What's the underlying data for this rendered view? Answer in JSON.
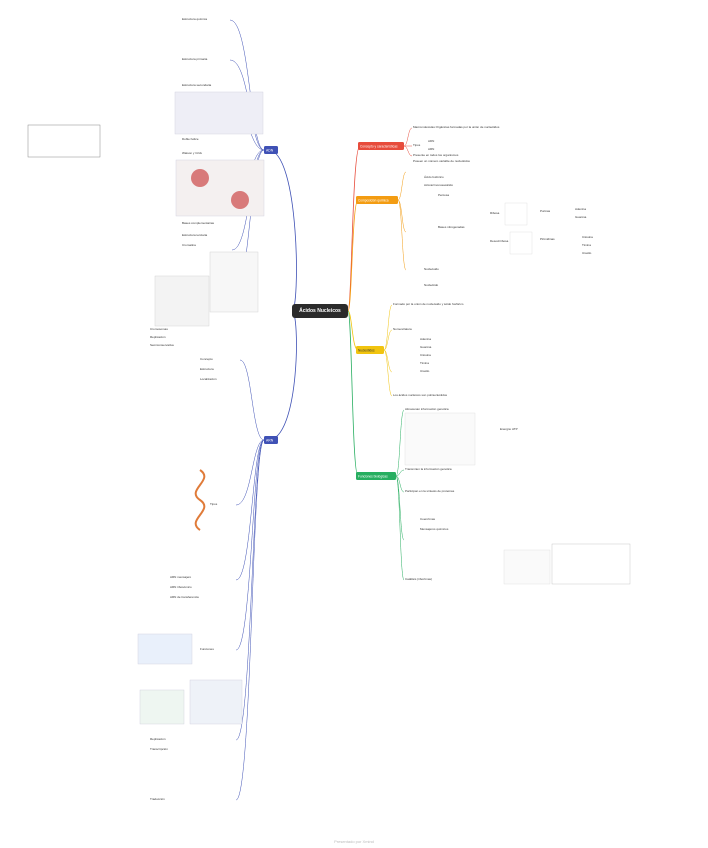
{
  "root": {
    "label": "Ácidos Nucleicos"
  },
  "colors": {
    "adn": "#3f51b5",
    "conceptos": "#e74c3c",
    "composicion": "#f39c12",
    "nucleotidos": "#f1c40f",
    "funciones": "#27ae60",
    "arn": "#3f51b5"
  },
  "branches": {
    "adn": {
      "label": "ADN"
    },
    "conceptos": {
      "label": "Concepto y características",
      "items": [
        "Macromoléculas Orgánicas formadas por la unión de nucleótidos",
        "Tipos",
        "ADN",
        "ARN",
        "Presente en todos los organismos",
        "Poseen un número variable de nucleótidos"
      ]
    },
    "composicion": {
      "label": "Composición química",
      "items": [
        "Ácido fosfórico",
        "Azúcar/monosacárido",
        "Pentosa",
        "Ribosa",
        "Desoxirribosa",
        "Bases nitrogenadas",
        "Purinas",
        "Pirimidinas",
        "Adenina",
        "Guanina",
        "Citosina",
        "Timina",
        "Uracilo",
        "Nucleósido",
        "Nucleótido"
      ]
    },
    "nucleotidos": {
      "label": "Nucleótidos",
      "items": [
        "Formado por la unión de nucleósido y ácido fosfórico",
        "Nomenclatura",
        "Adenina",
        "Guanina",
        "Citosina",
        "Timina",
        "Uracilo",
        "Los ácidos nucleicos son polinucleótidos"
      ]
    },
    "funciones": {
      "label": "Funciones biológicas",
      "items": [
        "Almacenan información genética",
        "Transmiten la información genética",
        "Participan en la síntesis de proteínas",
        "Energía: ATP",
        "Coenzimas",
        "Mensajeros químicos",
        "Catálisis (ribozimas)"
      ]
    },
    "arn": {
      "label": "ARN",
      "items": [
        "Concepto",
        "Estructura",
        "Localización",
        "Tipos",
        "ARN mensajero",
        "ARN ribosómico",
        "ARN de transferencia",
        "Funciones",
        "Replicación",
        "Transcripción",
        "Traducción"
      ]
    }
  },
  "adn_items": [
    "Estructura química",
    "Estructura primaria",
    "Estructura secundaria",
    "Doble hélice",
    "Watson y Crick",
    "Bases complementarias",
    "Estructura terciaria",
    "Cromatina",
    "Cromosomas",
    "Replicación",
    "Semiconservativa"
  ],
  "footer": "Presentado por Xmind"
}
